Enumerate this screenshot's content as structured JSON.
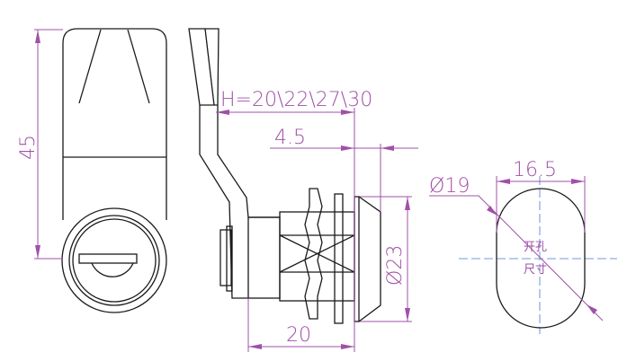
{
  "dimensions": {
    "height_front": "45",
    "h_options": "H=20\\22\\27\\30",
    "offset": "4.5",
    "flange_diameter": "Ø23",
    "body_length": "20",
    "hole_diameter": "Ø19",
    "hole_flat_width": "16.5"
  },
  "cutout_label": {
    "line1": "开孔",
    "line2": "尺寸"
  },
  "colors": {
    "dimension": "#a050a8",
    "centerline": "#4a78d0",
    "outline": "#1a1a1a"
  }
}
